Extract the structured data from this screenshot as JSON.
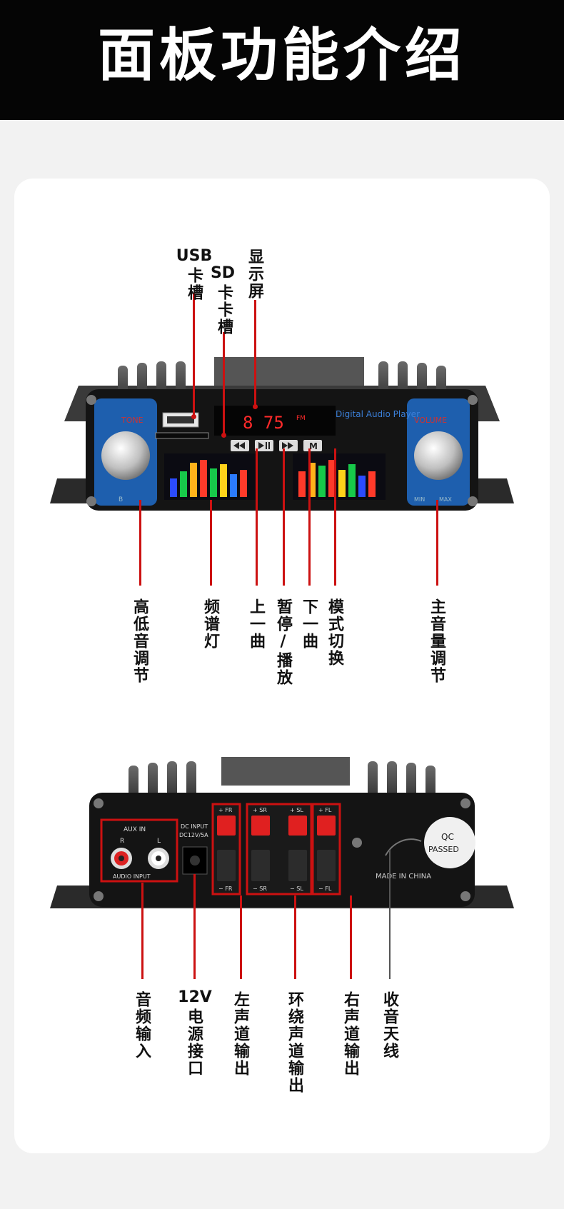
{
  "page": {
    "title": "面板功能介绍"
  },
  "front_labels": {
    "usb": {
      "head": "USB",
      "rest": "卡槽"
    },
    "sd": {
      "head": "SD",
      "rest": "卡卡槽"
    },
    "display": "显示屏",
    "tone": "高低音调节",
    "spectrum": "频谱灯",
    "prev": "上一曲",
    "play_pause": "暂停/播放",
    "next": "下一曲",
    "mode": "模式切换",
    "volume": "主音量调节"
  },
  "front_panel": {
    "tone_text": "TONE",
    "brand_text": "Digital Audio Player",
    "volume_text": "VOLUME",
    "display_value": "8 75",
    "display_unit": "FM",
    "knob_left": "B",
    "knob_right_min": "MIN",
    "knob_right_max": "MAX",
    "mode_button": "M"
  },
  "back_labels": {
    "audio_in": "音频输入",
    "power": {
      "head": "12V",
      "rest": "电源接口"
    },
    "left_out": "左声道输出",
    "surround_out": "环绕声道输出",
    "right_out": "右声道输出",
    "antenna": "收音天线"
  },
  "back_panel": {
    "aux_in": "AUX IN",
    "r": "R",
    "l": "L",
    "audio_input": "AUDIO INPUT",
    "dc_input": "DC INPUT",
    "dc_spec": "DC12V/5A",
    "fr_plus": "+ FR",
    "fr_minus": "− FR",
    "sr_plus": "+ SR",
    "sl_plus": "+ SL",
    "sr_minus": "− SR",
    "sl_minus": "− SL",
    "fl_plus": "+ FL",
    "fl_minus": "− FL",
    "made_in": "MADE IN CHINA",
    "qc": "QC",
    "passed": "PASSED"
  },
  "colors": {
    "accent_line": "#cc1111",
    "panel_blue": "#1e5fae",
    "display_red": "#ff2a2a"
  }
}
